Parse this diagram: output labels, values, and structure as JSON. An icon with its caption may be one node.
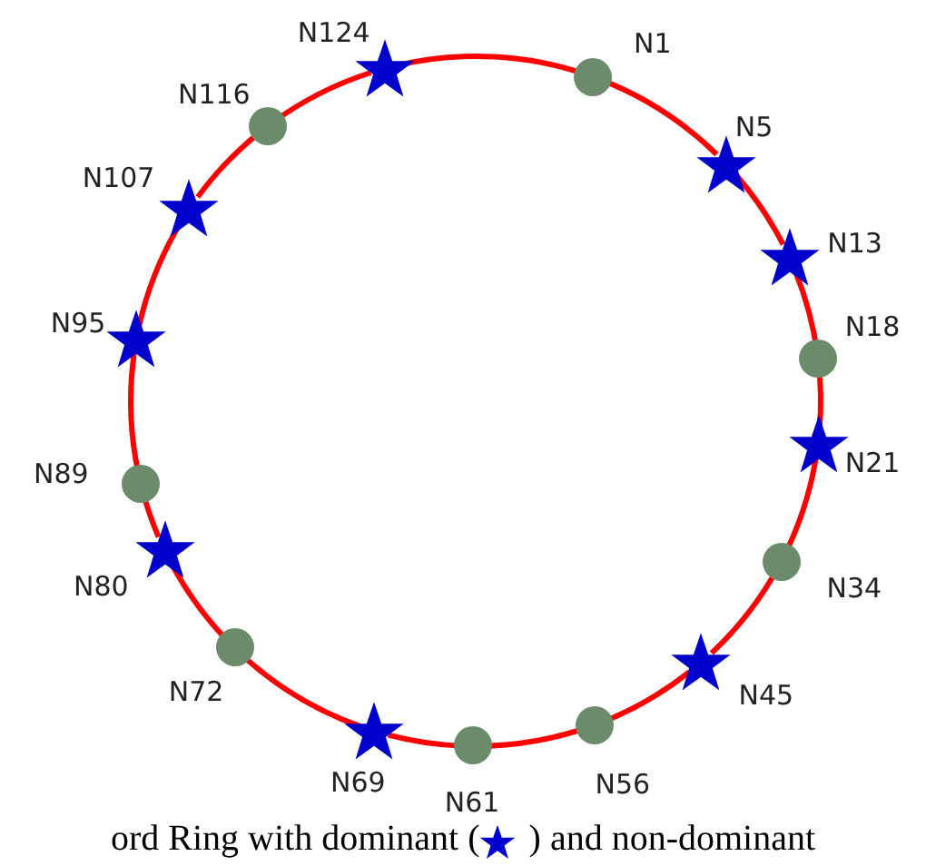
{
  "diagram": {
    "caption": "ord Ring with dominant ( ) and non-dominant",
    "nodes": [
      {
        "text": [],
        "shape": "circle",
        "beside": [
          "N1"
        ]
      },
      {
        "text": [],
        "shape": "star",
        "beside": [
          "N5"
        ]
      },
      {
        "text": [],
        "shape": "star",
        "beside": [
          "N13"
        ]
      },
      {
        "text": [],
        "shape": "circle",
        "beside": [
          "N18"
        ]
      },
      {
        "text": [],
        "shape": "star",
        "beside": [
          "N21"
        ]
      },
      {
        "text": [],
        "shape": "circle",
        "beside": [
          "N34"
        ]
      },
      {
        "text": [],
        "shape": "star",
        "beside": [
          "N45"
        ]
      },
      {
        "text": [],
        "shape": "circle",
        "beside": [
          "N56"
        ]
      },
      {
        "text": [],
        "shape": "circle",
        "beside": [
          "N61"
        ]
      },
      {
        "text": [],
        "shape": "star",
        "beside": [
          "N69"
        ]
      },
      {
        "text": [],
        "shape": "circle",
        "beside": [
          "N72"
        ]
      },
      {
        "text": [],
        "shape": "star",
        "beside": [
          "N80"
        ]
      },
      {
        "text": [],
        "shape": "circle",
        "beside": [
          "N89"
        ]
      },
      {
        "text": [],
        "shape": "star",
        "beside": [
          "N95"
        ]
      },
      {
        "text": [],
        "shape": "star",
        "beside": [
          "N107"
        ]
      },
      {
        "text": [],
        "shape": "circle",
        "beside": [
          "N116"
        ]
      },
      {
        "text": [],
        "shape": "star",
        "beside": [
          "N124"
        ]
      }
    ],
    "edges": [
      {
        "from": 0,
        "to": 1,
        "arrow": "none"
      },
      {
        "from": 1,
        "to": 2,
        "arrow": "none"
      },
      {
        "from": 2,
        "to": 3,
        "arrow": "none"
      },
      {
        "from": 3,
        "to": 4,
        "arrow": "none"
      },
      {
        "from": 4,
        "to": 5,
        "arrow": "none"
      },
      {
        "from": 5,
        "to": 6,
        "arrow": "none"
      },
      {
        "from": 6,
        "to": 7,
        "arrow": "none"
      },
      {
        "from": 7,
        "to": 8,
        "arrow": "none"
      },
      {
        "from": 8,
        "to": 9,
        "arrow": "none"
      },
      {
        "from": 9,
        "to": 10,
        "arrow": "none"
      },
      {
        "from": 10,
        "to": 11,
        "arrow": "none"
      },
      {
        "from": 11,
        "to": 12,
        "arrow": "none"
      },
      {
        "from": 12,
        "to": 13,
        "arrow": "none"
      },
      {
        "from": 13,
        "to": 14,
        "arrow": "none"
      },
      {
        "from": 14,
        "to": 15,
        "arrow": "none"
      },
      {
        "from": 15,
        "to": 16,
        "arrow": "none"
      },
      {
        "from": 16,
        "to": 0,
        "arrow": "none"
      }
    ]
  }
}
